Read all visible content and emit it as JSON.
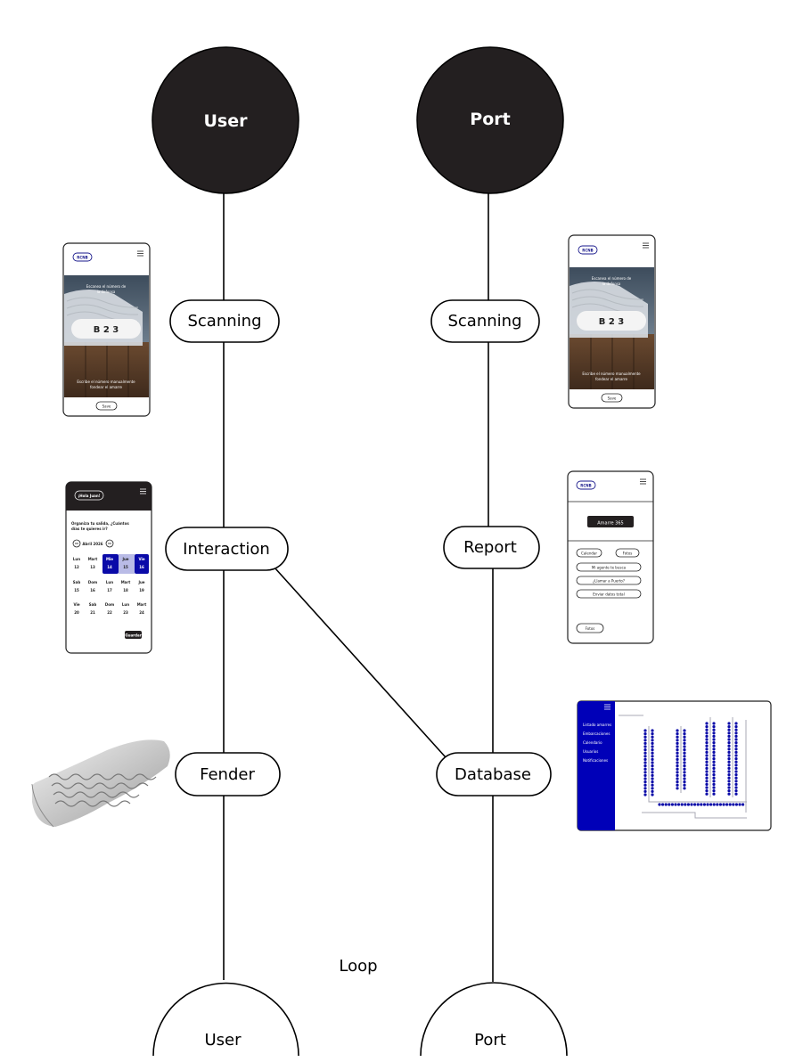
{
  "nodes": {
    "user_top": "User",
    "port_top": "Port",
    "user_scanning": "Scanning",
    "port_scanning": "Scanning",
    "interaction": "Interaction",
    "report": "Report",
    "fender": "Fender",
    "database": "Database",
    "loop": "Loop",
    "user_bottom": "User",
    "port_bottom": "Port"
  },
  "phone_scan": {
    "logo": "RCNB",
    "line1": "Escanea el número de",
    "line2": "la defensa",
    "plate": "B 2 3",
    "bottom1": "Escribe el número manualmente",
    "bottom2": "fondear el amarre",
    "button": "Save"
  },
  "phone_calendar": {
    "greeting": "¡Hola Juan!",
    "question1": "Organiza tu salida, ¿Cuántos",
    "question2": "días te quieres ir?",
    "month": "Abril 2026",
    "days_row1": [
      "Lun",
      "Mart",
      "Mie",
      "Jue",
      "Vie"
    ],
    "nums_row1": [
      "12",
      "13",
      "14",
      "15",
      "16"
    ],
    "days_row2": [
      "Sab",
      "Dom",
      "Lun",
      "Mart",
      "Jue"
    ],
    "nums_row2": [
      "15",
      "16",
      "17",
      "18",
      "19"
    ],
    "days_row3": [
      "Vie",
      "Sab",
      "Dom",
      "Lun",
      "Mart"
    ],
    "nums_row3": [
      "20",
      "21",
      "22",
      "23",
      "24"
    ],
    "button": "Guardar"
  },
  "phone_report": {
    "logo": "RCNB",
    "berth": "Amarre 365",
    "btn_calendar": "Calendar",
    "btn_photos": "Fotos",
    "btn1": "Mi agente te busca",
    "btn2": "¿Llamar a Puerto?",
    "btn3": "Enviar datos total",
    "btn_bottom": "Fotos"
  },
  "database_panel": {
    "menu1": "Listado amarres",
    "menu2": "Embarcaciones",
    "menu3": "Calendario",
    "menu4": "Usuarios",
    "menu5": "Notificaciones"
  }
}
